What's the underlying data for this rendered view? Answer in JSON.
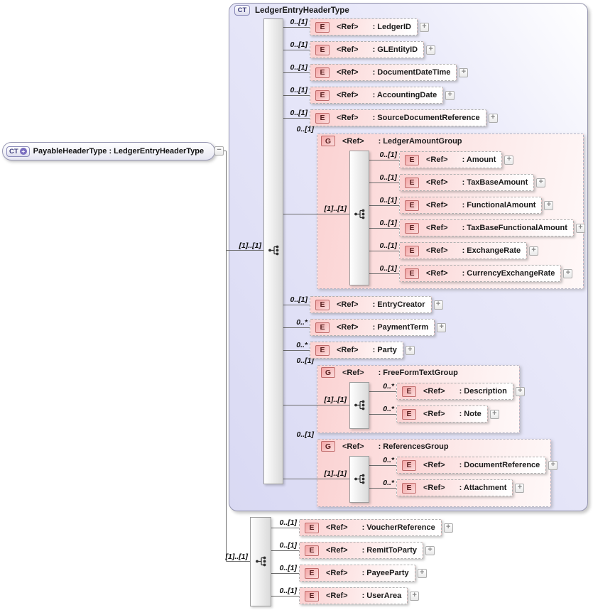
{
  "root_element": {
    "badge": "CT",
    "plus_glyph": "+",
    "label": "PayableHeaderType : LedgerEntryHeaderType"
  },
  "glyphs": {
    "expand": "+",
    "collapse": "−"
  },
  "colors": {
    "container_fill": "#d9d9f3",
    "element_pink": "#fbd2d2",
    "badge_red_border": "#bf6a6a",
    "ct_badge_border": "#8a8ab8",
    "root_plus_fill": "#7a6ec0",
    "connector_line": "#6b6b6b"
  },
  "complex_type": {
    "badge": "CT",
    "title": "LedgerEntryHeaderType",
    "sequence_cardinality": "[1]..[1]",
    "children": [
      {
        "type": "element",
        "badge": "E",
        "card": "0..[1]",
        "ref": "<Ref>",
        "label": ": LedgerID"
      },
      {
        "type": "element",
        "badge": "E",
        "card": "0..[1]",
        "ref": "<Ref>",
        "label": ": GLEntityID"
      },
      {
        "type": "element",
        "badge": "E",
        "card": "0..[1]",
        "ref": "<Ref>",
        "label": ": DocumentDateTime"
      },
      {
        "type": "element",
        "badge": "E",
        "card": "0..[1]",
        "ref": "<Ref>",
        "label": ": AccountingDate"
      },
      {
        "type": "element",
        "badge": "E",
        "card": "0..[1]",
        "ref": "<Ref>",
        "label": ": SourceDocumentReference"
      },
      {
        "type": "group",
        "badge": "G",
        "card": "0..[1]",
        "ref": "<Ref>",
        "label": ": LedgerAmountGroup",
        "sequence_cardinality": "[1]..[1]",
        "children": [
          {
            "type": "element",
            "badge": "E",
            "card": "0..[1]",
            "ref": "<Ref>",
            "label": ": Amount"
          },
          {
            "type": "element",
            "badge": "E",
            "card": "0..[1]",
            "ref": "<Ref>",
            "label": ": TaxBaseAmount"
          },
          {
            "type": "element",
            "badge": "E",
            "card": "0..[1]",
            "ref": "<Ref>",
            "label": ": FunctionalAmount"
          },
          {
            "type": "element",
            "badge": "E",
            "card": "0..[1]",
            "ref": "<Ref>",
            "label": ": TaxBaseFunctionalAmount"
          },
          {
            "type": "element",
            "badge": "E",
            "card": "0..[1]",
            "ref": "<Ref>",
            "label": ": ExchangeRate"
          },
          {
            "type": "element",
            "badge": "E",
            "card": "0..[1]",
            "ref": "<Ref>",
            "label": ": CurrencyExchangeRate"
          }
        ]
      },
      {
        "type": "element",
        "badge": "E",
        "card": "0..[1]",
        "ref": "<Ref>",
        "label": ": EntryCreator"
      },
      {
        "type": "element",
        "badge": "E",
        "card": "0..*",
        "ref": "<Ref>",
        "label": ": PaymentTerm"
      },
      {
        "type": "element",
        "badge": "E",
        "card": "0..*",
        "ref": "<Ref>",
        "label": ": Party"
      },
      {
        "type": "group",
        "badge": "G",
        "card": "0..[1]",
        "ref": "<Ref>",
        "label": ": FreeFormTextGroup",
        "sequence_cardinality": "[1]..[1]",
        "children": [
          {
            "type": "element",
            "badge": "E",
            "card": "0..*",
            "ref": "<Ref>",
            "label": ": Description"
          },
          {
            "type": "element",
            "badge": "E",
            "card": "0..*",
            "ref": "<Ref>",
            "label": ": Note"
          }
        ]
      },
      {
        "type": "group",
        "badge": "G",
        "card": "0..[1]",
        "ref": "<Ref>",
        "label": ": ReferencesGroup",
        "sequence_cardinality": "[1]..[1]",
        "children": [
          {
            "type": "element",
            "badge": "E",
            "card": "0..*",
            "ref": "<Ref>",
            "label": ": DocumentReference"
          },
          {
            "type": "element",
            "badge": "E",
            "card": "0..*",
            "ref": "<Ref>",
            "label": ": Attachment"
          }
        ]
      }
    ]
  },
  "bottom_sequence": {
    "sequence_cardinality": "[1]..[1]",
    "children": [
      {
        "type": "element",
        "badge": "E",
        "card": "0..[1]",
        "ref": "<Ref>",
        "label": ": VoucherReference"
      },
      {
        "type": "element",
        "badge": "E",
        "card": "0..[1]",
        "ref": "<Ref>",
        "label": ": RemitToParty"
      },
      {
        "type": "element",
        "badge": "E",
        "card": "0..[1]",
        "ref": "<Ref>",
        "label": ": PayeeParty"
      },
      {
        "type": "element",
        "badge": "E",
        "card": "0..[1]",
        "ref": "<Ref>",
        "label": ": UserArea"
      }
    ]
  }
}
